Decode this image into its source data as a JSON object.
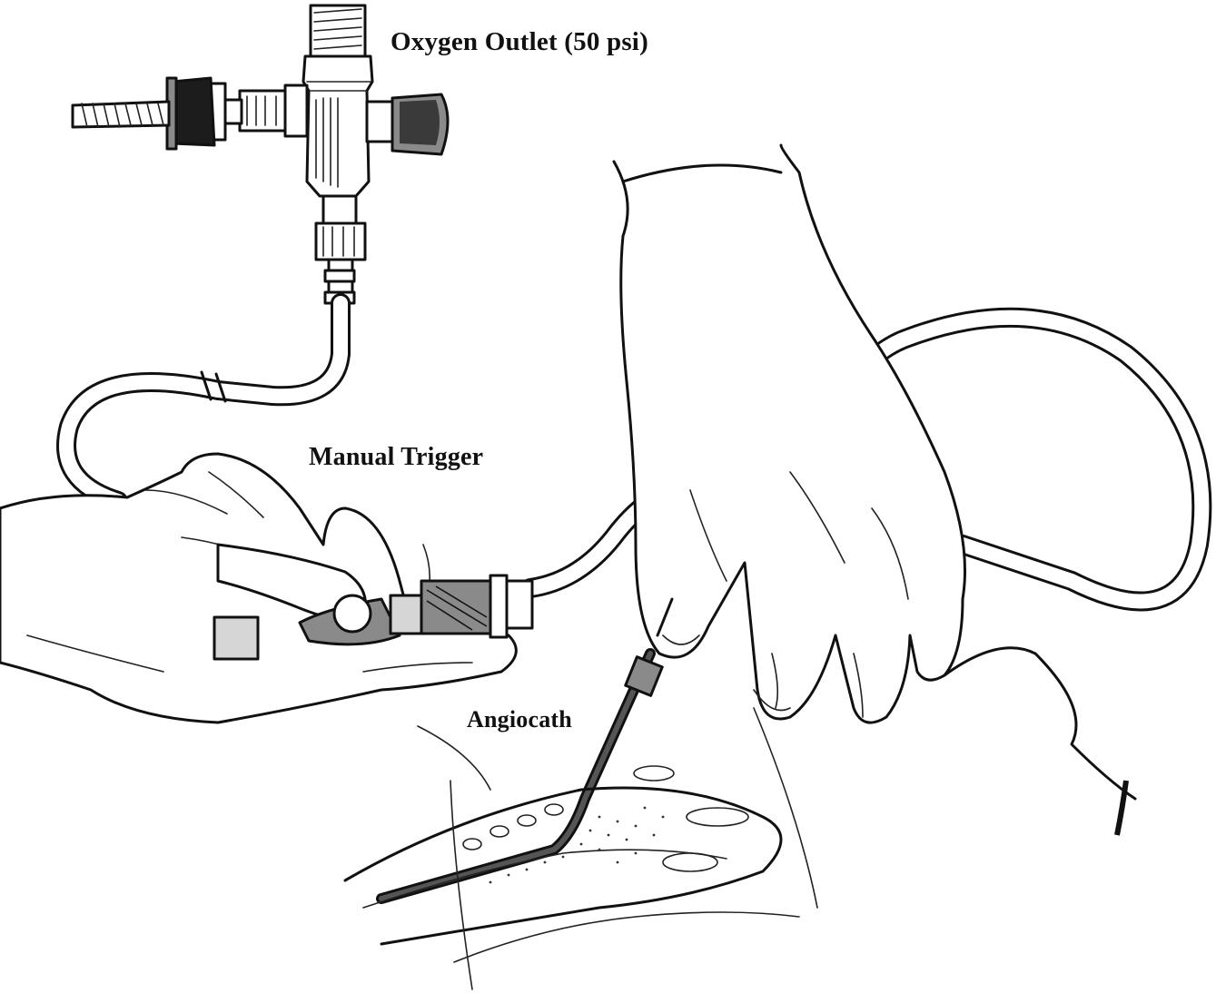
{
  "labels": {
    "oxygen_outlet": "Oxygen Outlet (50 psi)",
    "manual_trigger": "Manual Trigger",
    "angiocath": "Angiocath"
  },
  "colors": {
    "ink": "#111111",
    "background": "#ffffff",
    "shading": "#8a8a8a"
  }
}
